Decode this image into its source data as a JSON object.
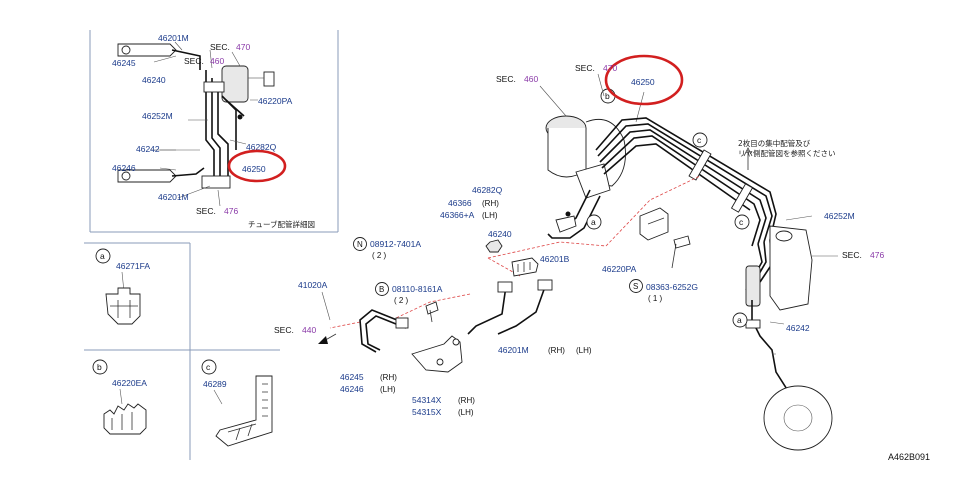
{
  "diagram_code": "A462B091",
  "inset": {
    "caption": "チューブ配管詳細図",
    "labels": {
      "p46201M_top": "46201M",
      "p46245": "46245",
      "p46240": "46240",
      "sec460_prefix": "SEC.",
      "sec460_num": "460",
      "sec470_prefix": "SEC.",
      "sec470_num": "470",
      "p46220PA": "46220PA",
      "p46252M": "46252M",
      "p46282Q": "46282Q",
      "p46242": "46242",
      "p46246": "46246",
      "p46250": "46250",
      "p46201M_bot": "46201M",
      "sec476_prefix": "SEC.",
      "sec476_num": "476"
    }
  },
  "detail_a": {
    "circle": "a",
    "part": "46271FA"
  },
  "detail_b": {
    "circle": "b",
    "part": "46220EA"
  },
  "detail_c": {
    "circle": "c",
    "part": "46289"
  },
  "main": {
    "sec460_prefix": "SEC.",
    "sec460_num": "460",
    "sec470_prefix": "SEC.",
    "sec470_num": "470",
    "p46250": "46250",
    "note_line1": "2枚目の集中配管及び",
    "note_line2": "リヤ側配管図を参照ください",
    "p46282Q": "46282Q",
    "p46366": "46366",
    "p46366_side": "(RH)",
    "p46366A": "46366+A",
    "p46366A_side": "(LH)",
    "p46240": "46240",
    "p08912": "08912-7401A",
    "p08912_qty": "( 2 )",
    "p46201B": "46201B",
    "p46220PA": "46220PA",
    "p08363": "08363-6252G",
    "p08363_qty": "( 1 )",
    "p46252M": "46252M",
    "sec476_prefix": "SEC.",
    "sec476_num": "476",
    "p41020A": "41020A",
    "p08110": "08110-8161A",
    "p08110_qty": "( 2 )",
    "sec440_prefix": "SEC.",
    "sec440_num": "440",
    "p46245": "46245",
    "p46245_side": "(RH)",
    "p46246": "46246",
    "p46246_side": "(LH)",
    "p54314X": "54314X",
    "p54314X_side": "(RH)",
    "p54315X": "54315X",
    "p54315X_side": "(LH)",
    "p46201M": "46201M",
    "p46201M_rh": "(RH)",
    "p46201M_lh": "(LH)",
    "p46242": "46242",
    "circle_b": "b",
    "circle_c1": "c",
    "circle_c2": "c",
    "circle_a1": "a",
    "circle_a2": "a",
    "circle_N": "N",
    "circle_B": "B",
    "circle_S": "S"
  },
  "colors": {
    "part_number": "#1a3a8a",
    "section_number": "#8a3aa8",
    "highlight": "#d21f1f",
    "panel_border": "#8a9bb8"
  }
}
